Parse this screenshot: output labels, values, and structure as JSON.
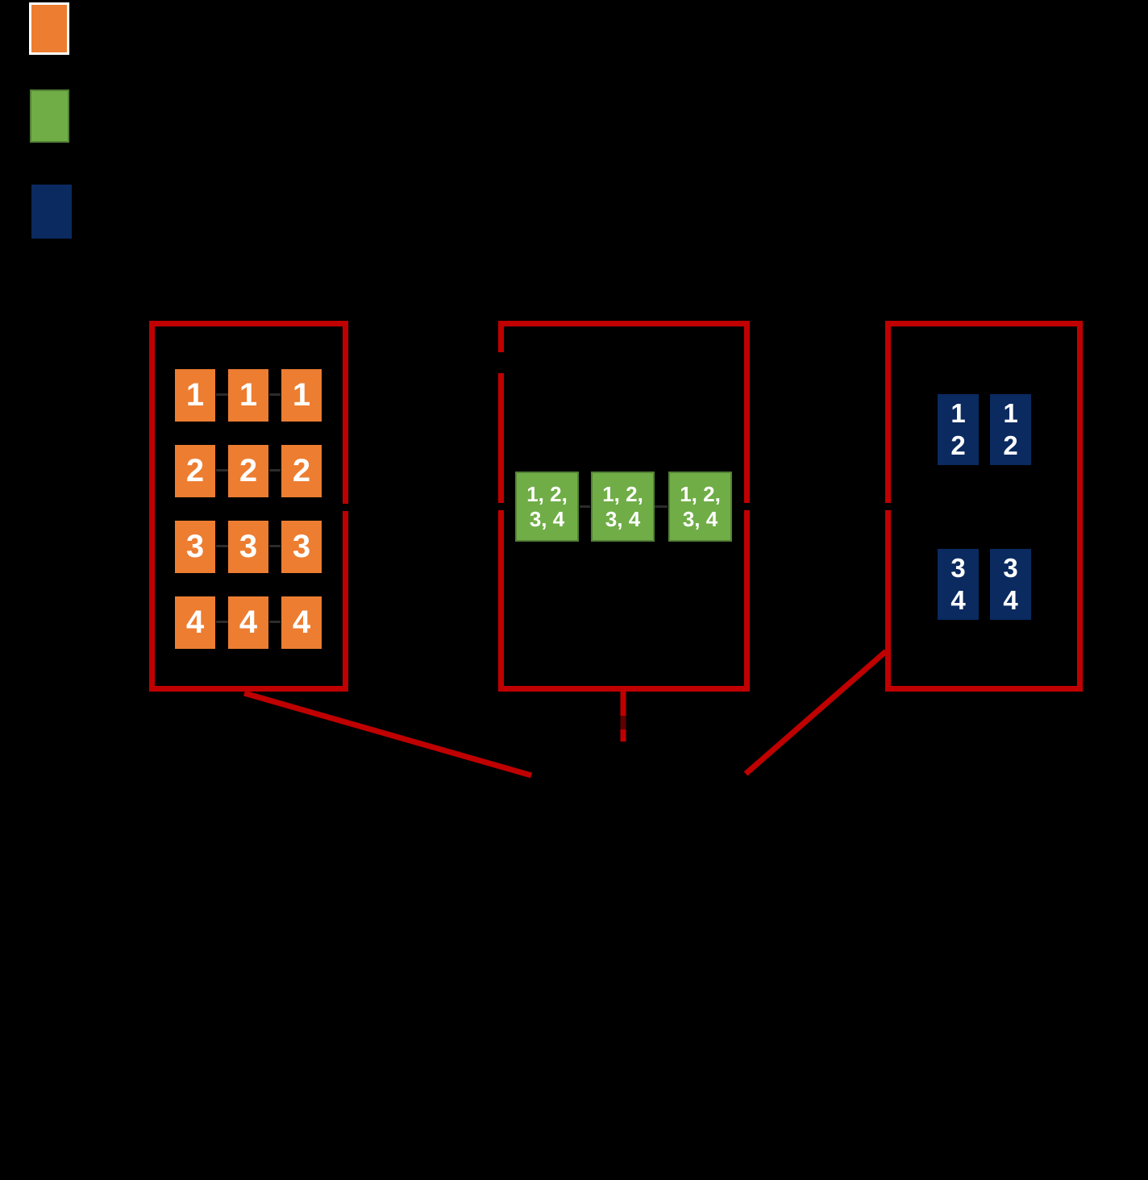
{
  "colors": {
    "background": "#000000",
    "red_outline": "#C00000",
    "orange": "#ED7D31",
    "orange_swatch_border": "#FFFFFF",
    "green": "#70AD47",
    "green_border": "#538135",
    "navy": "#0A2A60",
    "cell_text": "#FFFFFF",
    "notch": "#000000"
  },
  "legend": {
    "swatches": [
      {
        "name": "orange",
        "color": "#ED7D31"
      },
      {
        "name": "green",
        "color": "#70AD47"
      },
      {
        "name": "navy",
        "color": "#0A2A60"
      }
    ]
  },
  "boxes": [
    {
      "name": "left-red-box",
      "cells": [
        [
          [
            "1"
          ],
          [
            "1"
          ],
          [
            "1"
          ]
        ],
        [
          [
            "2"
          ],
          [
            "2"
          ],
          [
            "2"
          ]
        ],
        [
          [
            "3"
          ],
          [
            "3"
          ],
          [
            "3"
          ]
        ],
        [
          [
            "4"
          ],
          [
            "4"
          ],
          [
            "4"
          ]
        ]
      ]
    },
    {
      "name": "middle-red-box",
      "cells": [
        [
          [
            "1, 2,",
            "3, 4"
          ],
          [
            "1, 2,",
            "3, 4"
          ],
          [
            "1, 2,",
            "3, 4"
          ]
        ]
      ]
    },
    {
      "name": "right-red-box",
      "cells": [
        [
          [
            "1",
            "2"
          ],
          [
            "1",
            "2"
          ]
        ],
        [
          [
            "3",
            "4"
          ],
          [
            "3",
            "4"
          ]
        ]
      ]
    }
  ],
  "connectors": {
    "color": "#C00000",
    "lines": [
      "left-box-to-center",
      "middle-box-to-center",
      "right-box-to-center"
    ]
  }
}
